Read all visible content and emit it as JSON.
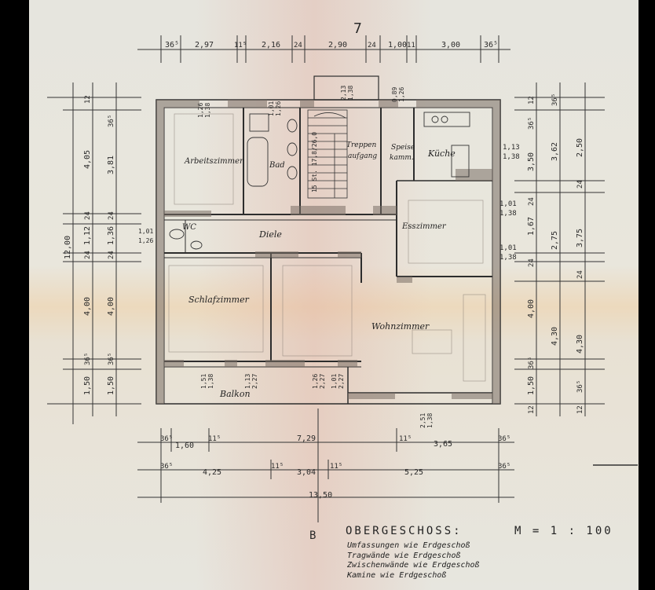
{
  "orientation_mark": "7",
  "section_mark": "B",
  "title": "OBERGESCHOSS:",
  "scale": "M = 1 : 100",
  "notes": [
    "Umfassungen wie Erdgeschoß",
    "Tragwände wie Erdgeschoß",
    "Zwischenwände wie Erdgeschoß",
    "Kamine wie Erdgeschoß"
  ],
  "rooms": {
    "arbeitszimmer": "Arbeitszimmer",
    "bad": "Bad",
    "treppen_1": "Treppen",
    "treppen_2": "aufgang",
    "speise_1": "Speise",
    "speise_2": "kamm.",
    "kueche": "Küche",
    "wc": "WC",
    "diele": "Diele",
    "esszimmer": "Esszimmer",
    "schlafzimmer": "Schlafzimmer",
    "wohnzimmer": "Wohnzimmer",
    "balkon": "Balkon"
  },
  "stair_note": "15 St. 17,8/26,0",
  "dims_top": [
    "36⁵",
    "2,97",
    "11⁵",
    "2,16",
    "24",
    "2,90",
    "24",
    "1,00",
    "11",
    "3,00",
    "36⁵"
  ],
  "dims_bottom_row1": [
    "36⁵",
    "1,60",
    "11⁵",
    "7,29",
    "11⁵",
    "3,65",
    "36⁵"
  ],
  "dims_bottom_row2": [
    "36⁵",
    "4,25",
    "11⁵",
    "3,04",
    "11⁵",
    "5,25",
    "36⁵"
  ],
  "dims_bottom_total": "13,50",
  "dims_left_outer": [
    "12",
    "4,05",
    "24",
    "1,12",
    "24",
    "4,00",
    "36⁵",
    "1,50"
  ],
  "dims_left_total": "12,00",
  "dims_left_inner": [
    "36⁵",
    "3,81",
    "24",
    "1,36",
    "24",
    "4,00",
    "36⁵",
    "1,50"
  ],
  "dims_right_inner": [
    "12",
    "36⁵",
    "1,13",
    "1,38",
    "3,50",
    "24",
    "1,01",
    "1,38",
    "1,67",
    "24",
    "1,01",
    "1,38",
    "4,00",
    "36⁵",
    "1,50",
    "12"
  ],
  "dims_right_outer": [
    "36⁵",
    "3,62",
    "2,50",
    "24",
    "2,75",
    "3,75",
    "24",
    "4,30",
    "4,30",
    "36⁵",
    "12"
  ],
  "openings": [
    "1,26",
    "1,38",
    "1,01",
    "1,26",
    "2,13",
    "1,38",
    "0,89",
    "1,26",
    "1,01",
    "1,26",
    "1,51",
    "1,38",
    "1,13",
    "2,27",
    "1,26",
    "2,27",
    "1,01",
    "2,27",
    "2,51",
    "1,38"
  ]
}
